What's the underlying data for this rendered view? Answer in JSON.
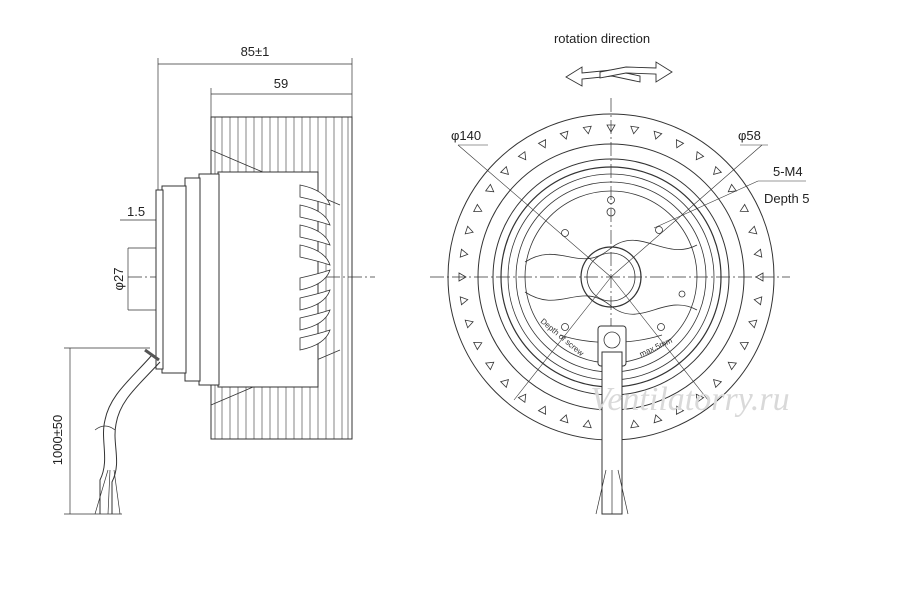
{
  "side_view": {
    "dim_total_length": "85±1",
    "dim_impeller_width": "59",
    "dim_flange": "1.5",
    "dim_hub_diameter": "φ27",
    "dim_cable_length": "1000±50"
  },
  "front_view": {
    "rotation_label": "rotation direction",
    "dim_outer_diameter": "φ140",
    "dim_inner_diameter": "φ58",
    "screw_spec": "5-M4",
    "screw_depth": "Depth 5",
    "note_screw": "Depth of screw",
    "note_max": "max.5mm"
  },
  "watermark": "Ventilatorry.ru"
}
